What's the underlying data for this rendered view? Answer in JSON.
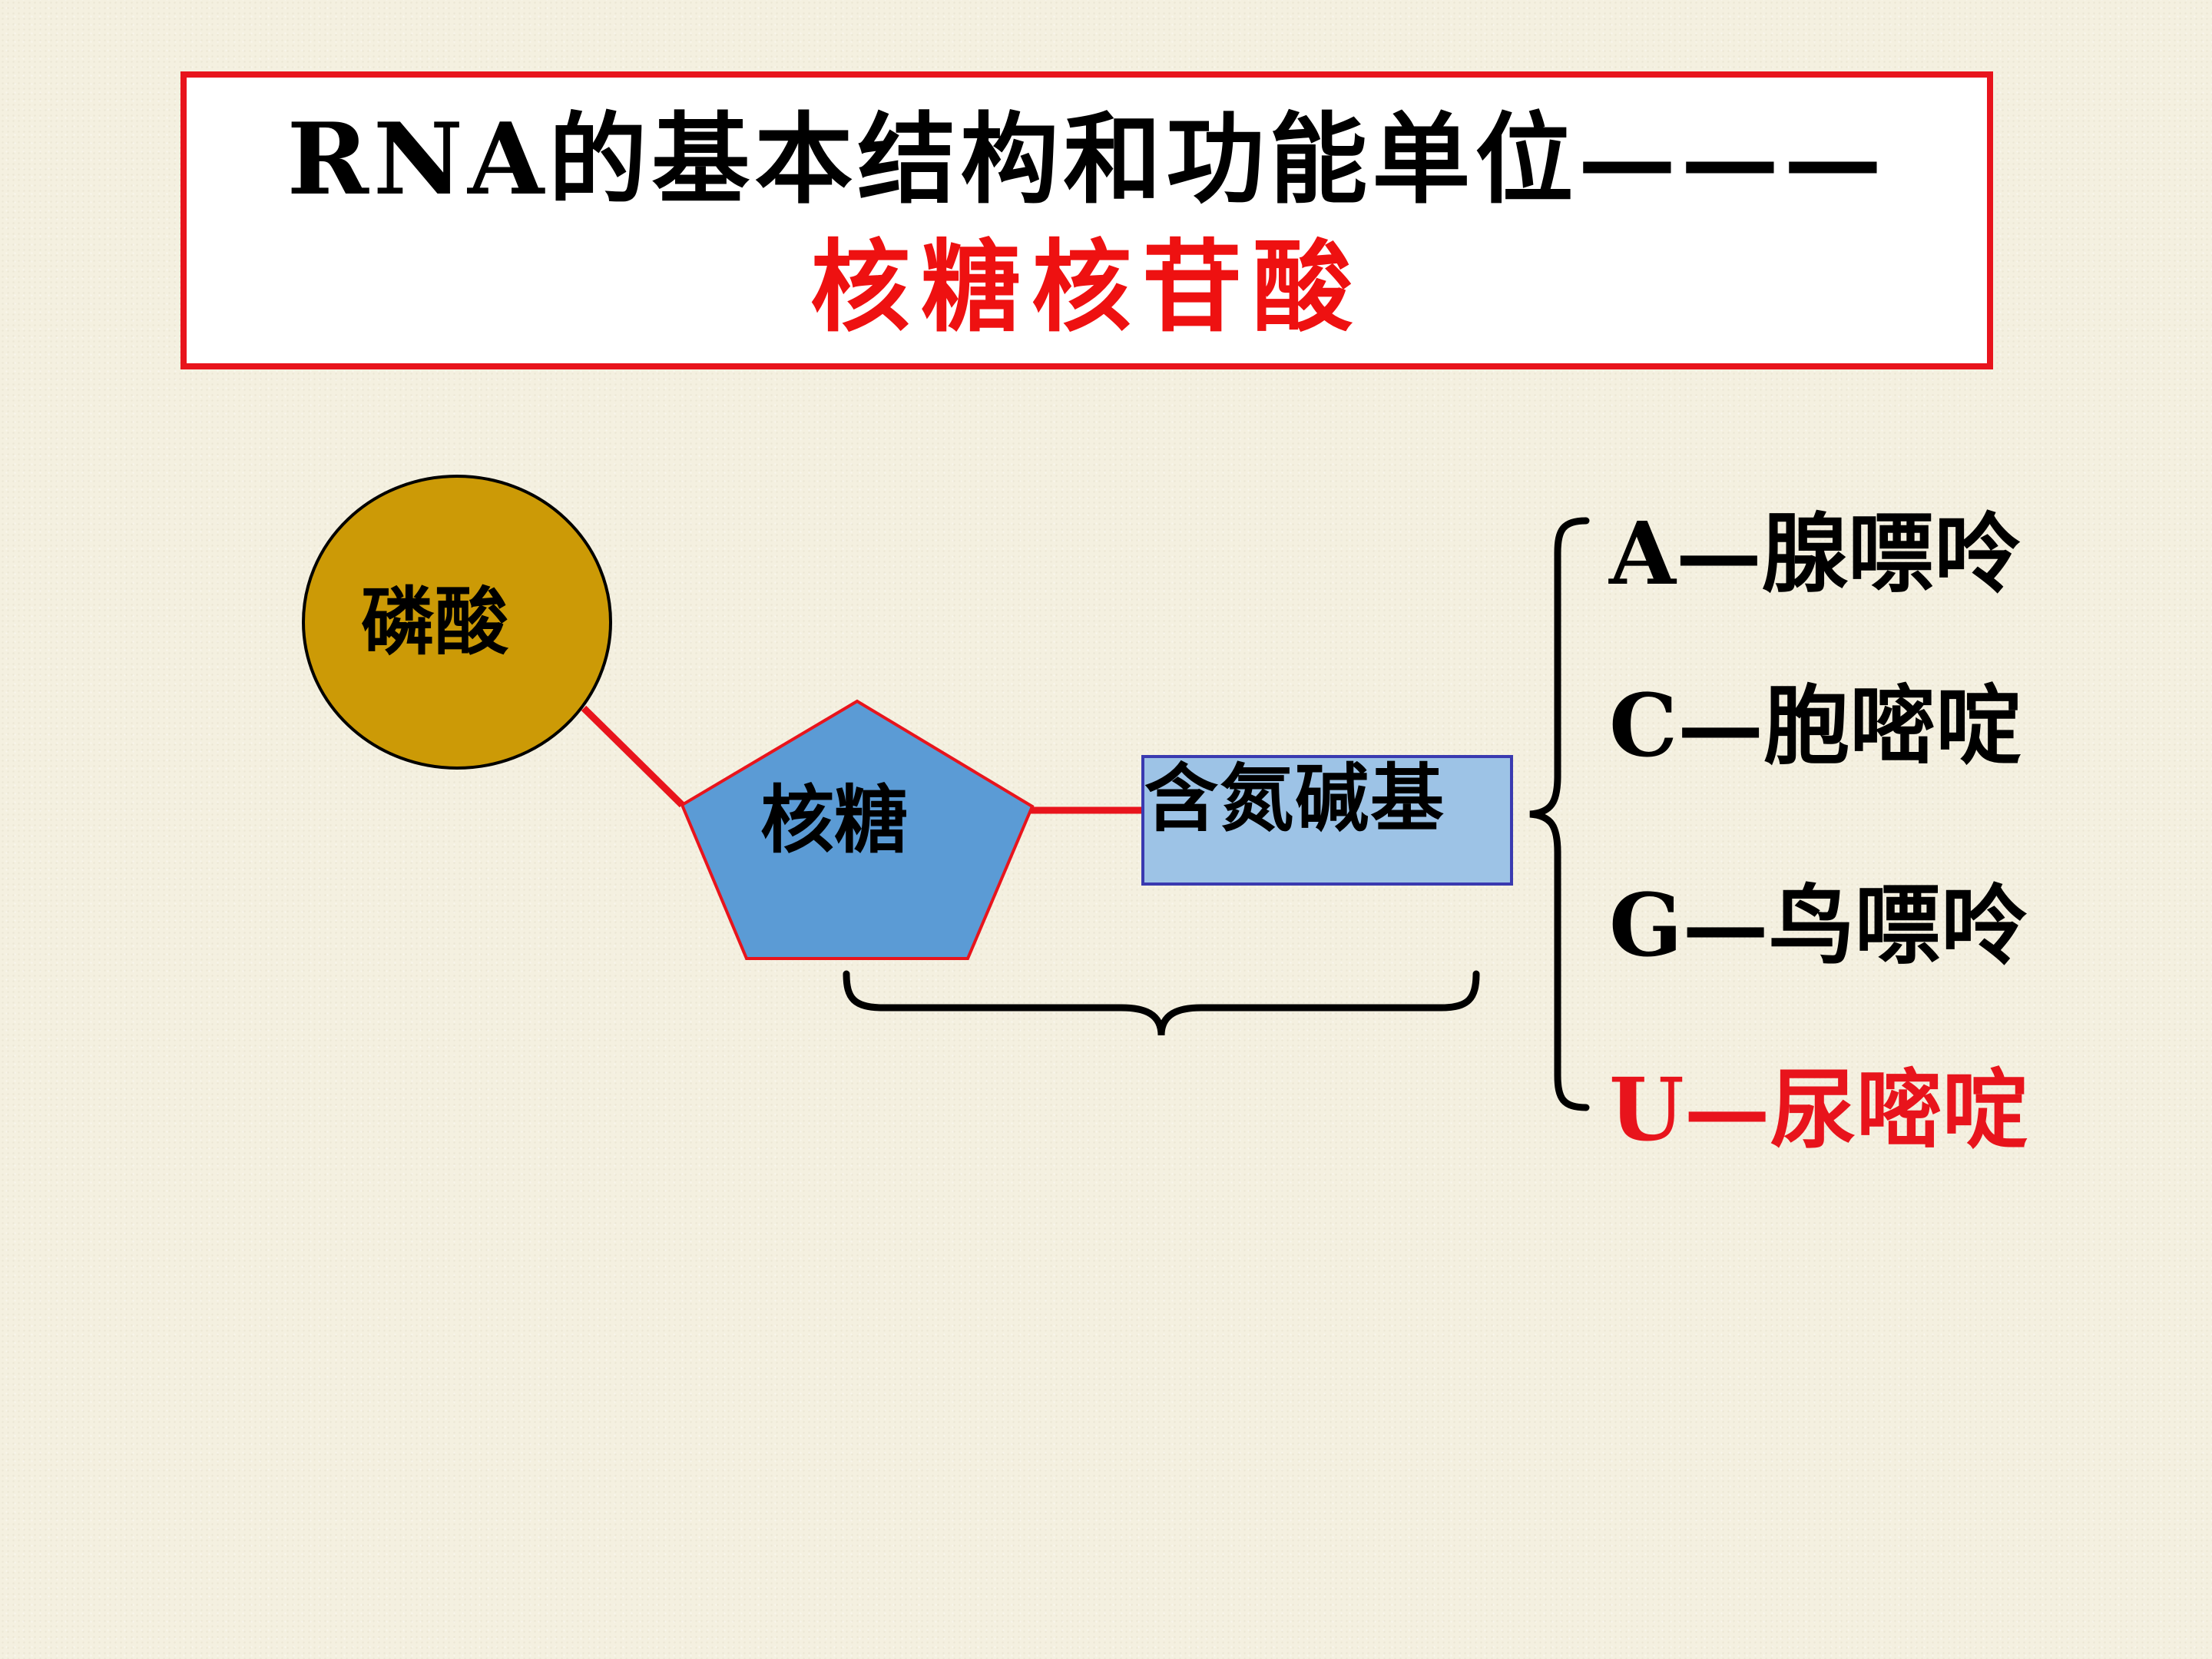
{
  "title": {
    "line1": "RNA的基本结构和功能单位———",
    "line2": "核糖核苷酸"
  },
  "diagram": {
    "phosphate": "磷酸",
    "sugar": "核糖",
    "base": "含氮碱基",
    "bases": [
      {
        "text": "A—腺嘌呤",
        "color": "#000000"
      },
      {
        "text": "C—胞嘧啶",
        "color": "#000000"
      },
      {
        "text": "G—鸟嘌呤",
        "color": "#000000"
      },
      {
        "text": "U—尿嘧啶",
        "color": "#e8141c"
      }
    ]
  },
  "colors": {
    "phosphate_fill": "#cc9a06",
    "sugar_fill": "#5b9bd5",
    "base_box_fill": "#9dc3e6",
    "connector": "#e8141c",
    "title_border": "#e8141c"
  }
}
